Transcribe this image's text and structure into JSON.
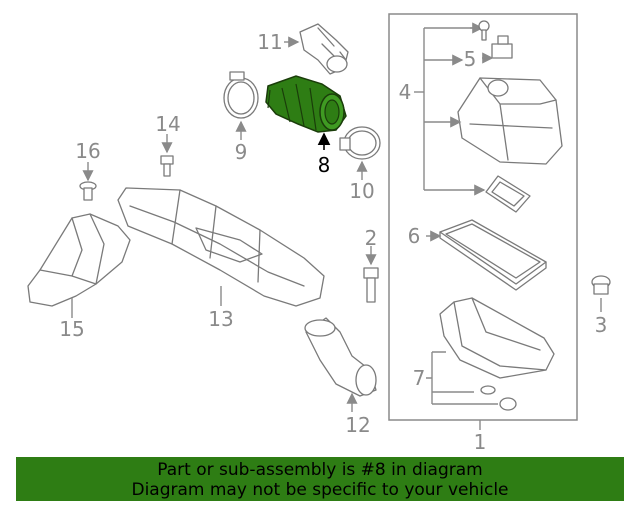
{
  "diagram": {
    "highlighted_part": "8",
    "callouts": [
      "1",
      "2",
      "3",
      "4",
      "5",
      "6",
      "7",
      "8",
      "9",
      "10",
      "11",
      "12",
      "13",
      "14",
      "15",
      "16"
    ],
    "highlight_color": "#2e7d14"
  },
  "banner": {
    "line1": "Part or sub-assembly is #8 in diagram",
    "line2": "Diagram may not be specific to your vehicle",
    "background": "#2e7d14"
  }
}
